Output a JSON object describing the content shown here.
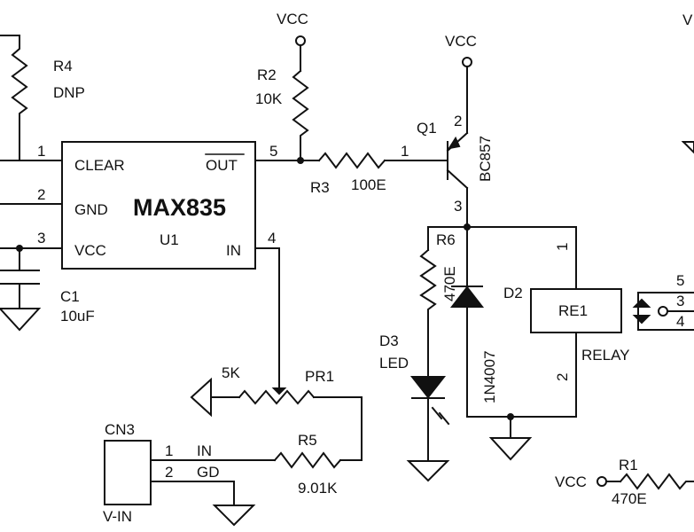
{
  "chip_u1": {
    "part": "MAX835",
    "ref": "U1",
    "pin_clear": "CLEAR",
    "pin_gnd": "GND",
    "pin_vcc": "VCC",
    "pin_out": "OUT",
    "pin_in": "IN",
    "pin1": "1",
    "pin2": "2",
    "pin3": "3",
    "pin4": "4",
    "pin5": "5"
  },
  "r4": {
    "ref": "R4",
    "value": "DNP"
  },
  "r2": {
    "ref": "R2",
    "value": "10K",
    "supply": "VCC"
  },
  "r3": {
    "ref": "R3",
    "value": "100E",
    "pin": "1"
  },
  "q1": {
    "ref": "Q1",
    "part": "BC857",
    "pin2": "2",
    "pin3": "3",
    "supply": "VCC"
  },
  "r6": {
    "ref": "R6",
    "value": "470E"
  },
  "d2": {
    "ref": "D2",
    "part": "1N4007"
  },
  "d3": {
    "ref": "D3",
    "part": "LED"
  },
  "re1": {
    "ref": "RE1",
    "label": "RELAY",
    "pin1": "1",
    "pin2": "2"
  },
  "relay_contacts": {
    "pin5": "5",
    "pin3": "3",
    "pin4": "4"
  },
  "c1": {
    "ref": "C1",
    "value": "10uF"
  },
  "pr1": {
    "ref": "PR1",
    "value": "5K"
  },
  "r5": {
    "ref": "R5",
    "value": "9.01K"
  },
  "cn3": {
    "ref": "CN3",
    "name": "V-IN",
    "pin1": "1",
    "pin2": "2",
    "pin1_label": "IN",
    "pin2_label": "GD"
  },
  "r1": {
    "ref": "R1",
    "value": "470E",
    "supply": "VCC"
  },
  "edge_label": "V"
}
